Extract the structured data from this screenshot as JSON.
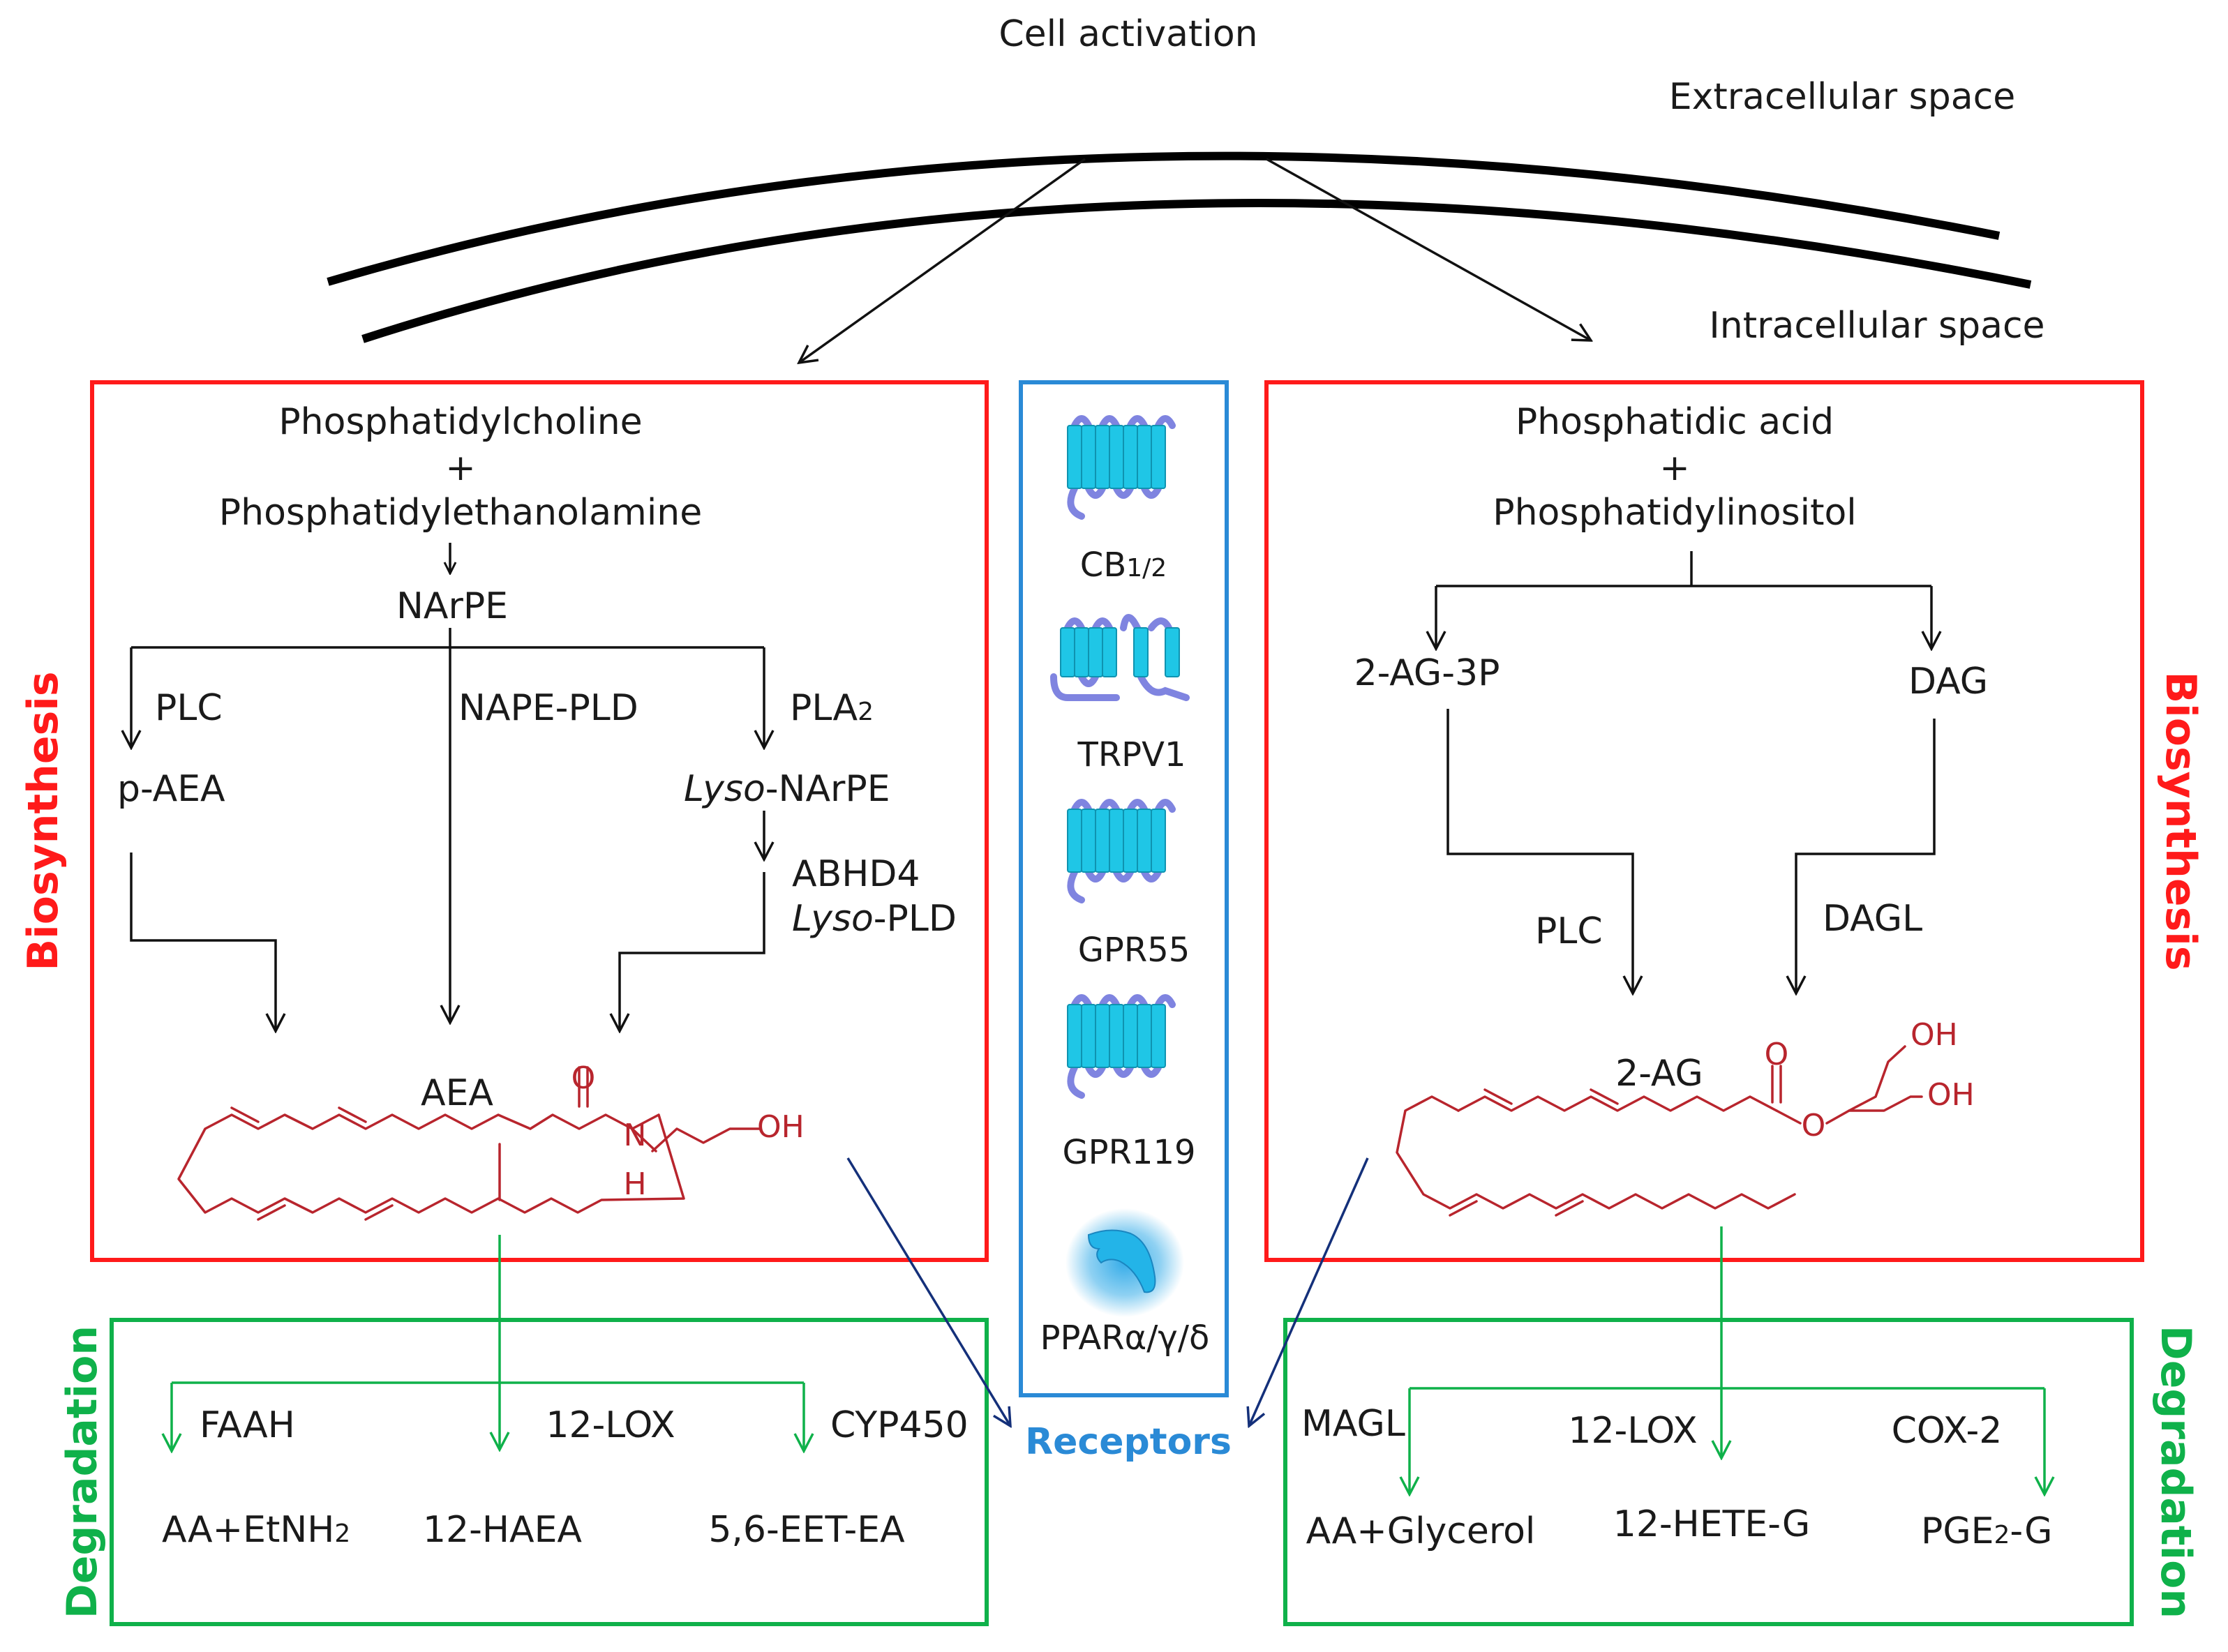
{
  "header": {
    "title": "Cell activation",
    "extracellular": "Extracellular space",
    "intracellular": "Intracellular space"
  },
  "side_labels": {
    "left_biosynthesis": "Biosynthesis",
    "right_biosynthesis": "Biosynthesis",
    "left_degradation": "Degradation",
    "right_degradation": "Degradation"
  },
  "left_biosynthesis": {
    "substrate_1": "Phosphatidylcholine",
    "plus": "+",
    "substrate_2": "Phosphatidylethanolamine",
    "intermediate": "NArPE",
    "enzyme_plc": "PLC",
    "enzyme_nape_pld": "NAPE-PLD",
    "enzyme_pla2_main": "PLA",
    "enzyme_pla2_sub": "2",
    "p_aea": "p-AEA",
    "lyso_italic": "Lyso",
    "lyso_narpe_rest": "-NArPE",
    "abhd4": "ABHD4",
    "lyso_pld_rest": "-PLD",
    "product": "AEA",
    "atom_o": "O",
    "atom_n": "N",
    "atom_h": "H",
    "atom_oh": "OH"
  },
  "right_biosynthesis": {
    "substrate_1": "Phosphatidic acid",
    "plus": "+",
    "substrate_2": "Phosphatidylinositol",
    "intermediate_1": "2-AG-3P",
    "intermediate_2": "DAG",
    "enzyme_plc": "PLC",
    "enzyme_dagl": "DAGL",
    "product": "2-AG",
    "atom_o_carbonyl": "O",
    "atom_o_ester": "O",
    "atom_oh_1": "OH",
    "atom_oh_2": "OH"
  },
  "receptors": {
    "title": "Receptors",
    "cb_main": "CB",
    "cb_sub": "1/2",
    "trpv1": "TRPV1",
    "gpr55": "GPR55",
    "gpr119": "GPR119",
    "ppar": "PPARα/γ/δ"
  },
  "left_degradation": {
    "enzyme_1": "FAAH",
    "enzyme_2": "12-LOX",
    "enzyme_3": "CYP450",
    "product_1_main": "AA+EtNH",
    "product_1_sub": "2",
    "product_2": "12-HAEA",
    "product_3": "5,6-EET-EA"
  },
  "right_degradation": {
    "enzyme_1": "MAGL",
    "enzyme_2": "12-LOX",
    "enzyme_3": "COX-2",
    "product_1": "AA+Glycerol",
    "product_2": "12-HETE-G",
    "product_3_main": "PGE",
    "product_3_sub": "2",
    "product_3_rest": "-G"
  },
  "colors": {
    "biosynthesis_box": "#ff1a1a",
    "degradation_box": "#0fb14a",
    "receptor_box": "#2a8ad6",
    "molecule": "#b8252d",
    "receptor_helix": "#1fc6e6",
    "receptor_loop": "#7f84e0",
    "navy_arrow": "#14307a"
  }
}
